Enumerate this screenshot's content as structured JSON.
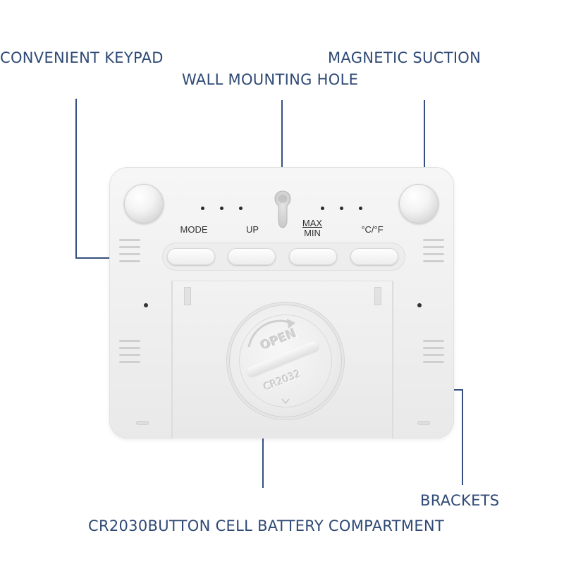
{
  "callouts": {
    "keypad": "CONVENIENT KEYPAD",
    "wall_hole": "WALL MOUNTING HOLE",
    "magnet": "MAGNETIC SUCTION",
    "brackets": "BRACKETS",
    "battery": "CR2030BUTTON CELL BATTERY COMPARTMENT"
  },
  "keys": {
    "mode": "MODE",
    "up": "UP",
    "max": "MAX",
    "min": "MIN",
    "unit": "°C/°F"
  },
  "battery_cover": {
    "open": "OPEN",
    "model": "CR2032"
  },
  "colors": {
    "callout_text": "#2f4a75",
    "device_body": "#f0f0f0"
  }
}
